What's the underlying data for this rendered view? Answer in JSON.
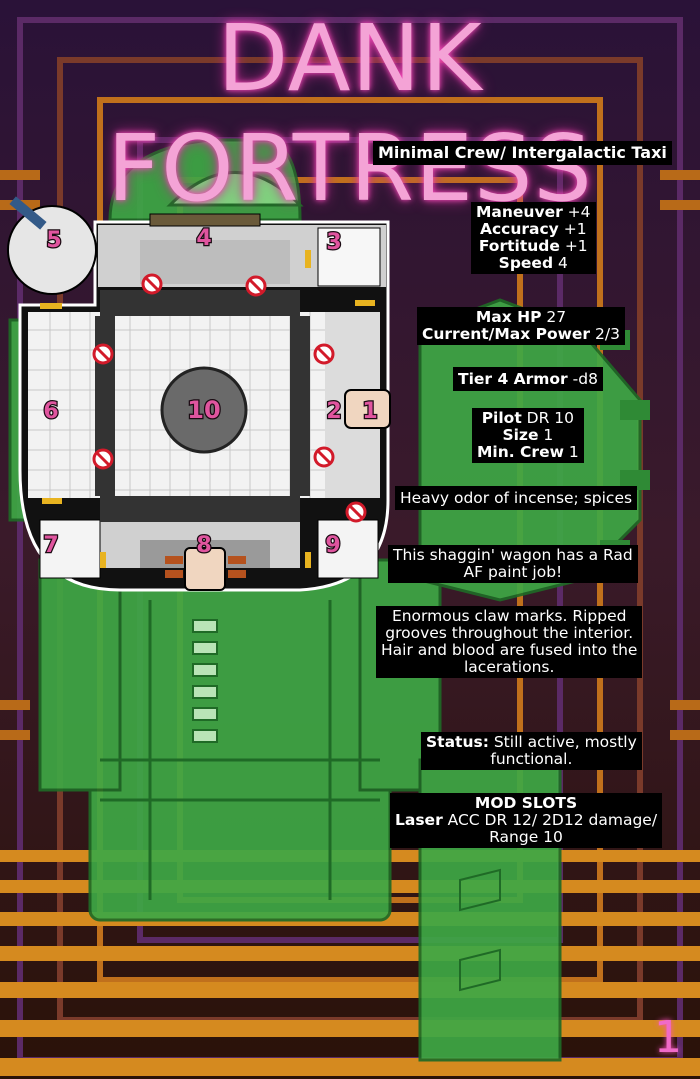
{
  "title": "DANK FORTRESS",
  "ship_type": "Minimal Crew/ Intergalactic Taxi",
  "stats": {
    "maneuver_label": "Maneuver",
    "maneuver_value": "+4",
    "accuracy_label": "Accuracy",
    "accuracy_value": "+1",
    "fortitude_label": "Fortitude",
    "fortitude_value": "+1",
    "speed_label": "Speed",
    "speed_value": "4",
    "maxhp_label": "Max HP",
    "maxhp_value": "27",
    "power_label": "Current/Max Power",
    "power_value": "2/3",
    "armor_label": "Tier 4 Armor",
    "armor_value": "-d8",
    "pilot_label": "Pilot",
    "pilot_value": "DR 10",
    "size_label": "Size",
    "size_value": "1",
    "crew_label": "Min. Crew",
    "crew_value": "1"
  },
  "details": {
    "odor": "Heavy odor of incense; spices",
    "paint_line1": "This shaggin' wagon has a Rad",
    "paint_line2": "AF paint job!",
    "claw_line1": "Enormous claw marks. Ripped",
    "claw_line2": "grooves throughout the interior.",
    "claw_line3": "Hair and blood are fused into the",
    "claw_line4": "lacerations.",
    "status_label": "Status:",
    "status_line1": "Still active, mostly",
    "status_line2": "functional.",
    "mod_slots": "MOD SLOTS",
    "laser_label": "Laser",
    "laser_line1": "ACC DR 12/ 2D12 damage/",
    "laser_line2": "Range 10"
  },
  "rooms": [
    "1",
    "2",
    "3",
    "4",
    "5",
    "6",
    "7",
    "8",
    "9",
    "10"
  ],
  "colors": {
    "title": "#f4a3d6",
    "ship_green": "#3ea845",
    "room_number": "#e0559f",
    "background_orange": "#d58a1f",
    "background_purple": "#4a1f4a"
  },
  "page_number": "1"
}
